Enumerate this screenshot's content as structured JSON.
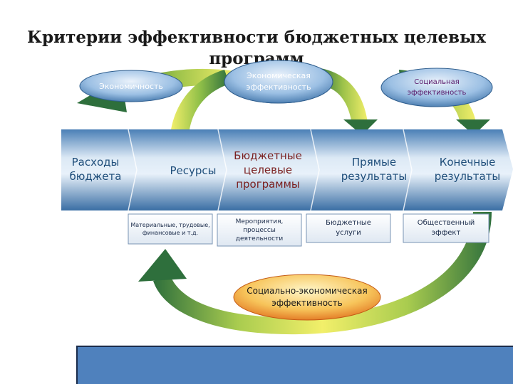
{
  "title": {
    "line1": "Критерии эффективности бюджетных целевых",
    "line2": "программ"
  },
  "ellipses": {
    "economy": "Экономичность",
    "economic_efficiency": "Экономическая эффективность",
    "social_efficiency": "Социальная эффективность",
    "socio_economic_efficiency": "Социально-экономическая эффективность"
  },
  "band": {
    "stage1": "Расходы бюджета",
    "stage2": "Ресурсы",
    "stage3": "Бюджетные целевые программы",
    "stage4": "Прямые результаты",
    "stage5": "Конечные результаты"
  },
  "boxes": {
    "resources_detail": "Материальные, трудовые, финансовые и т.д.",
    "activities_detail": "Мероприятия, процессы деятельности",
    "services_detail": "Бюджетные услуги",
    "public_effect_detail": "Общественный эффект"
  },
  "colors": {
    "band_dark": "#3f73a8",
    "band_light": "#dce9f5",
    "arrow_yellow": "#f2ef6a",
    "arrow_green": "#2e6f3c",
    "ellipse_blue": "#6f9fd0",
    "ellipse_orange": "#f29b2e",
    "program_text": "#7a1f1f",
    "social_text": "#5a1a6a",
    "footer_bar": "#4f81bd"
  }
}
